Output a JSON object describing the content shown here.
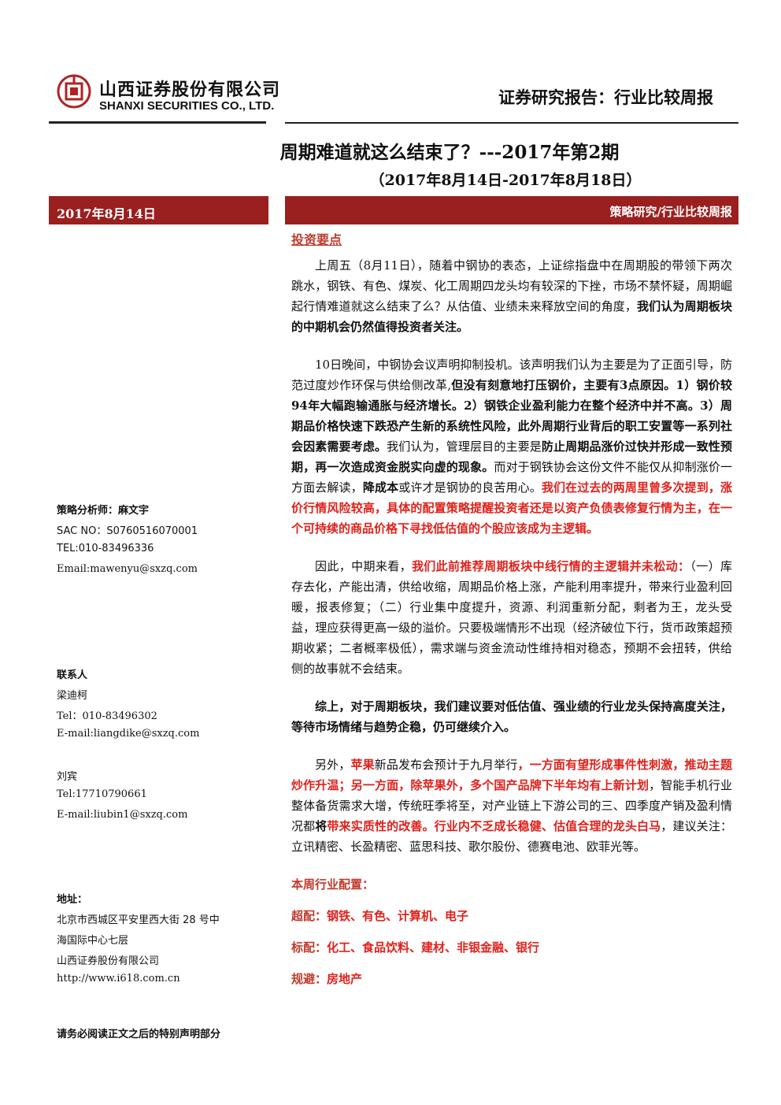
{
  "header": {
    "company_cn": "山西证券股份有限公司",
    "company_en": "SHANXI SECURITIES CO., LTD.",
    "report_type": "证券研究报告：行业比较周报",
    "title": "周期难道就这么结束了？---2017年第2期",
    "date_range": "（2017年8月14日-2017年8月18日）"
  },
  "bar": {
    "date": "2017年8月14日",
    "category": "策略研究/行业比较周报"
  },
  "sidebar": {
    "analyst": "策略分析师：麻文宇",
    "sac": "SAC NO：S0760516070001",
    "tel": "TEL:010-83496336",
    "email": "Email:mawenyu@sxzq.com",
    "contact_title": "联系人",
    "contact1_name": "梁迪柯",
    "contact1_tel": "Tel：010-83496302",
    "contact1_email": "E-mail:liangdike@sxzq.com",
    "contact2_name": "刘宾",
    "contact2_tel": "Tel:17710790661",
    "contact2_email": "E-mail:liubin1@sxzq.com",
    "address_title": "地址：",
    "address1": "北京市西城区平安里西大街 28 号中",
    "address2": "海国际中心七层",
    "address3": "山西证券股份有限公司",
    "website": "http://www.i618.com.cn",
    "disclaimer": "请务必阅读正文之后的特别声明部分"
  },
  "body": {
    "section_title": "投资要点",
    "p1_a": "上周五（8月11日），随着中钢协的表态，上证综指盘中在周期股的带领下两次跳水，钢铁、有色、煤炭、化工周期四龙头均有较深的下挫，市场不禁怀疑，周期崛起行情难道就这么结束了么？从估值、业绩未来释放空间的角度，",
    "p1_b": "我们认为周期板块的中期机会仍然值得投资者关注。",
    "p2_a": "10日晚间，中钢协会议声明抑制投机。该声明我们认为主要是为了正面引导，防范过度炒作环保与供给侧改革,",
    "p2_b": "但没有刻意地打压钢价，主要有3点原因。1）钢价较94年大幅跑输通胀与经济增长。2）钢铁企业盈利能力在整个经济中并不高。3）周期品价格快速下跌恐产生新的系统性风险，此外周期行业背后的职工安置等一系列社会因素需要考虑。",
    "p2_c": "我们认为，管理层目的主要是",
    "p2_d": "防止周期品涨价过快并形成一致性预期，再一次造成资金脱实向虚的现象。",
    "p2_e": "而对于钢铁协会这份文件不能仅从抑制涨价一方面去解读，",
    "p2_f": "降成本",
    "p2_g": "或许才是钢协的良苦用心。",
    "p2_h": "我们在过去的两周里曾多次提到，涨价行情风险较高，具体的配置策略提醒投资者还是以资产负债表修复行情为主，在一个可持续的商品价格下寻找低估值的个股应该成为主逻辑。",
    "p3_a": "因此，中期来看，",
    "p3_b": "我们此前推荐周期板块中线行情的主逻辑并未松动：",
    "p3_c": "（一）库存去化，产能出清，供给收缩，周期品价格上涨，产能利用率提升，带来行业盈利回暖，报表修复；（二）行业集中度提升，资源、利润重新分配，剩者为王，龙头受益，理应获得更高一级的溢价。只要极端情形不出现（经济破位下行，货币政策超预期收紧；二者概率极低），需求端与资金流动性维持相对稳态，预期不会扭转，供给侧的故事就不会结束。",
    "p4": "综上，对于周期板块，我们建议要对低估值、强业绩的行业龙头保持高度关注，等待市场情绪与趋势企稳，仍可继续介入。",
    "p5_a": "另外，",
    "p5_b": "苹果",
    "p5_c": "新品发布会预计于九月举行",
    "p5_d": "，一方面有望形成事件性刺激，推动主题炒作升温；另一方面，除苹果外，多个国产品牌下半年均有上新计划",
    "p5_e": "，智能手机行业整体备货需求大增，传统旺季将至，对产业链上下游公司的三、四季度产销及盈利情况都",
    "p5_f": "将",
    "p5_g": "带来实质性的改善。行业内不乏成长稳健、估值合理的龙头白马",
    "p5_h": "，建议关注：立讯精密、长盈精密、蓝思科技、歌尔股份、德赛电池、欧菲光等。",
    "alloc_title": "本周行业配置：",
    "over_label": "超配：",
    "over_value": "钢铁、有色、计算机、电子",
    "std_label": "标配：",
    "std_value": "化工、食品饮料、建材、非银金融、银行",
    "avoid_label": "规避：",
    "avoid_value": "房地产"
  },
  "colors": {
    "brand_red": "#9a1f1f",
    "highlight_red": "#e0211b"
  }
}
